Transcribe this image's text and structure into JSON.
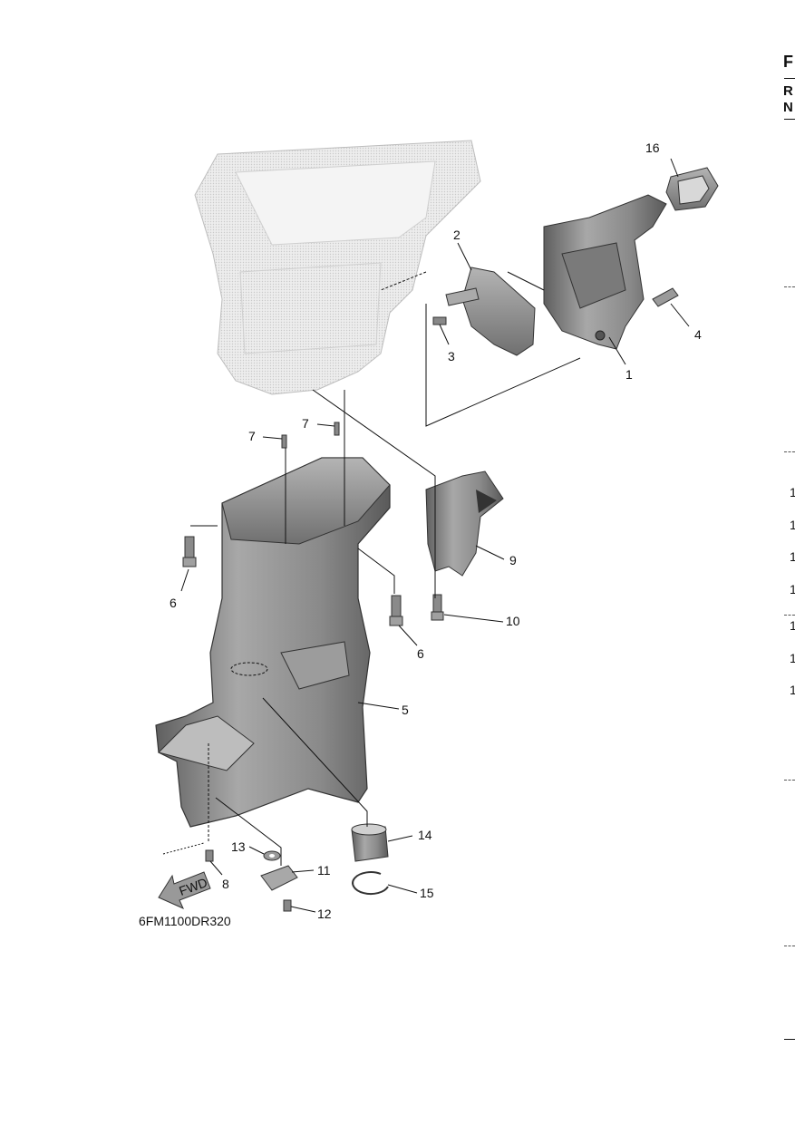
{
  "diagram": {
    "figure_code": "6FM1100DR320",
    "fwd_label": "FWD",
    "callouts": [
      "16",
      "2",
      "3",
      "4",
      "1",
      "7",
      "7",
      "6",
      "6",
      "9",
      "10",
      "5",
      "14",
      "13",
      "8",
      "11",
      "15",
      "12"
    ]
  },
  "edge": {
    "glyphs": [
      "F",
      "R",
      "N"
    ],
    "numbers": [
      "1",
      "1",
      "1",
      "1",
      "1",
      "1",
      "1"
    ]
  },
  "colors": {
    "ink": "#111111",
    "part_fill": "#8f8f8f",
    "ghost_fill": "#e4e4e4"
  }
}
